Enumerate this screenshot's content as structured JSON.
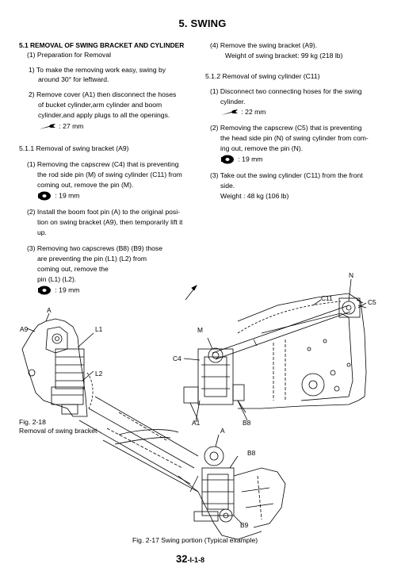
{
  "header": {
    "title": "5. SWING"
  },
  "left_col": {
    "heading": "5.1 REMOVAL OF SWING BRACKET AND CYLINDER",
    "prep": "(1) Preparation for Removal",
    "p1a": "1) To make the removing work easy, swing by",
    "p1b": "around 30° for leftward.",
    "p2a": "2) Remove cover (A1) then disconnect the hoses",
    "p2b": "of bucket cylinder,arm cylinder and boom",
    "p2c": "cylinder,and apply plugs to all the openings.",
    "wrench1": ": 27 mm",
    "sub1": "5.1.1 Removal of swing bracket (A9)",
    "s1a": "(1) Removing the capscrew (C4) that is preventing",
    "s1b": "the rod side pin (M) of swing cylinder (C11) from",
    "s1c": "coming out, remove the pin (M).",
    "socket1": ": 19 mm",
    "s2a": "(2) Install the boom foot pin (A) to the original posi-",
    "s2b": "tion on swing bracket (A9), then temporarily lift it",
    "s2c": "up.",
    "s3a": "(3) Removing two capscrews (B8) (B9) those",
    "s3b": "are preventing the pin (L1) (L2) from",
    "s3c": "coming out, remove the",
    "s3d": "pin (L1) (L2).",
    "socket2": ": 19 mm"
  },
  "right_col": {
    "r4a": "(4) Remove the swing bracket (A9).",
    "r4b": "Weight of swing bracket: 99 kg (218 lb)",
    "sub2": "5.1.2 Removal of swing cylinder (C11)",
    "r1a": "(1) Disconnect two connecting hoses for the swing",
    "r1b": "cylinder.",
    "wrench2": ": 22 mm",
    "r2a": "(2) Removing the capscrew (C5) that is preventing",
    "r2b": "the head side pin (N) of swing cylinder from com-",
    "r2c": "ing out, remove the pin (N).",
    "socket3": ": 19 mm",
    "r3a": "(3) Take out the swing cylinder (C11) from the front",
    "r3b": "side.",
    "r3c": "Weight  : 48 kg (106 lb)"
  },
  "fig18": {
    "labels": {
      "A": "A",
      "A9": "A9",
      "L1": "L1",
      "L2": "L2"
    },
    "caption1": "Fig. 2-18",
    "caption2": "Removal of swing bracket"
  },
  "fig17": {
    "labels": {
      "N": "N",
      "C11": "C11",
      "C5": "C5",
      "M": "M",
      "C4": "C4",
      "A1": "A1",
      "B8top": "B8",
      "A": "A",
      "B8": "B8",
      "B9": "B9"
    },
    "caption": "Fig. 2-17 Swing portion (Typical example)"
  },
  "footer": {
    "page_main": "32",
    "page_suffix": "-I-1-8"
  },
  "icons": {
    "wrench": "wrench-icon",
    "socket": "socket-wrench-icon",
    "arrow": "north-arrow-icon"
  }
}
